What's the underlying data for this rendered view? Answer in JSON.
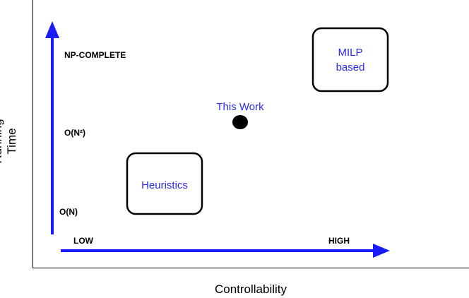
{
  "y_axis": {
    "label": "Running Time",
    "ticks": [
      "NP-COMPLETE",
      "O(N²)",
      "O(N)"
    ]
  },
  "x_axis": {
    "label": "Controllability",
    "ticks": [
      "LOW",
      "HIGH"
    ]
  },
  "nodes": {
    "heuristics": {
      "label": "Heuristics"
    },
    "milp": {
      "line1": "MILP",
      "line2": "based"
    },
    "this_work": {
      "label": "This Work"
    }
  },
  "colors": {
    "axis_arrow": "#1a1aff",
    "node_text": "#2a2aee",
    "box_border": "#000000",
    "dot": "#000000"
  }
}
